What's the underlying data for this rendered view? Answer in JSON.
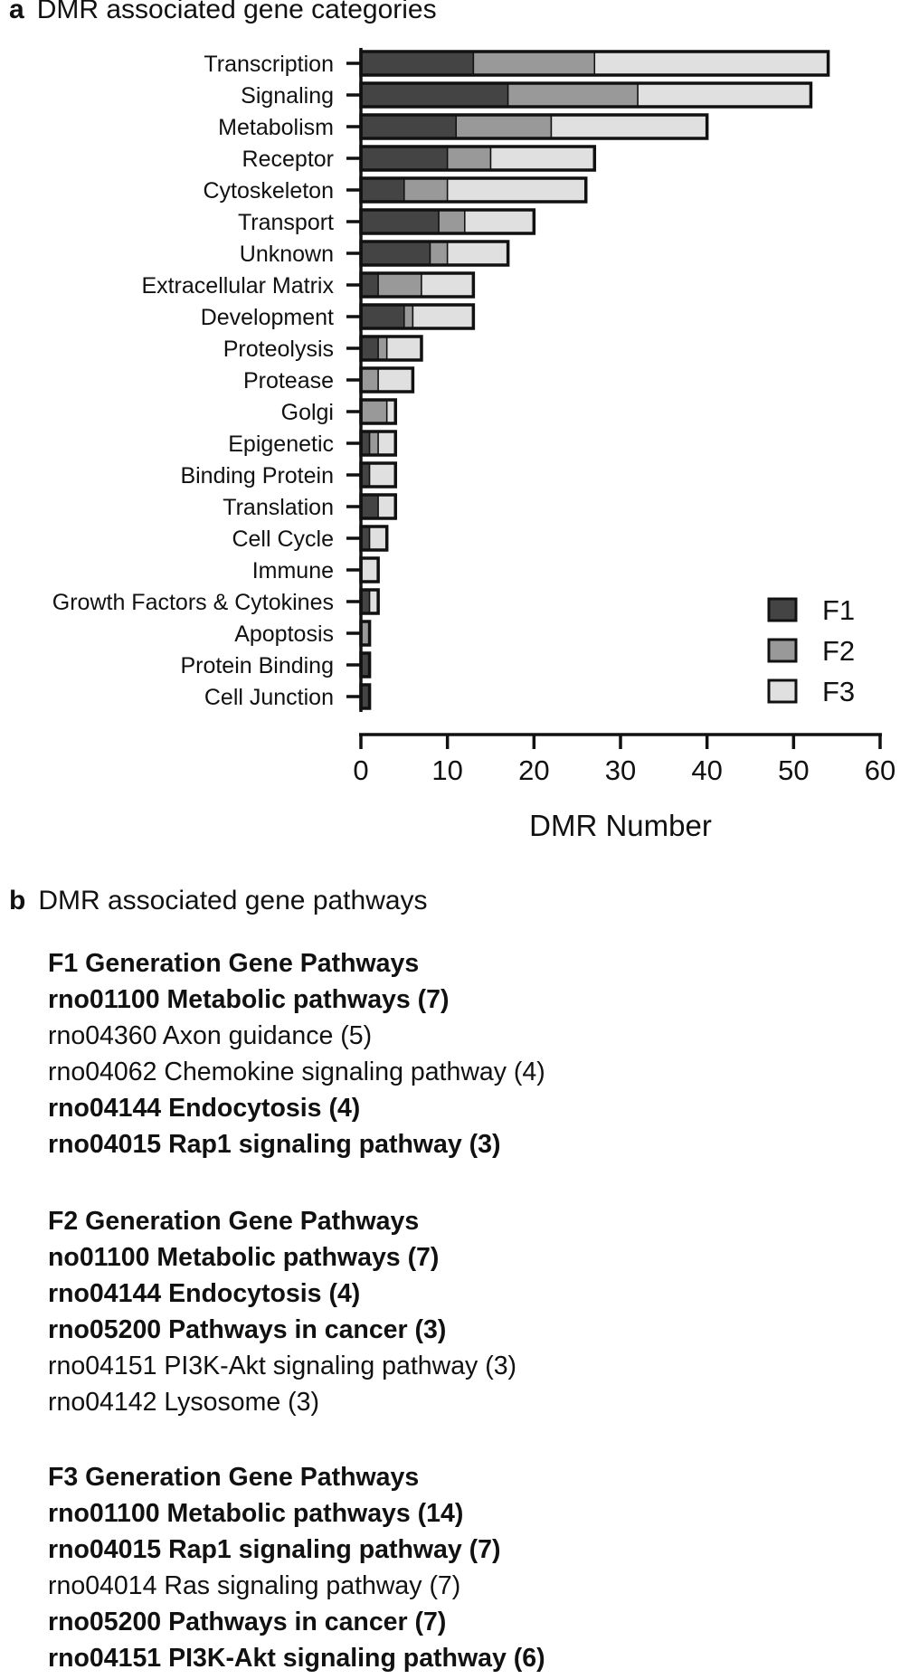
{
  "panel_a": {
    "letter": "a",
    "heading": "DMR associated gene categories"
  },
  "chart_data": {
    "type": "bar",
    "orientation": "horizontal",
    "stacked": true,
    "title": "DMR associated gene categories",
    "xlabel": "DMR Number",
    "ylabel": "",
    "xlim": [
      0,
      60
    ],
    "xticks": [
      0,
      10,
      20,
      30,
      40,
      50,
      60
    ],
    "grid": false,
    "legend_position": "bottom-right",
    "colors": {
      "F1": "#444444",
      "F2": "#999999",
      "F3": "#e0e0e0",
      "outline": "#111111"
    },
    "categories": [
      "Transcription",
      "Signaling",
      "Metabolism",
      "Receptor",
      "Cytoskeleton",
      "Transport",
      "Unknown",
      "Extracellular Matrix",
      "Development",
      "Proteolysis",
      "Protease",
      "Golgi",
      "Epigenetic",
      "Binding Protein",
      "Translation",
      "Cell Cycle",
      "Immune",
      "Growth Factors & Cytokines",
      "Apoptosis",
      "Protein Binding",
      "Cell Junction"
    ],
    "series": [
      {
        "name": "F1",
        "values": [
          13,
          17,
          11,
          10,
          5,
          9,
          8,
          2,
          5,
          2,
          0,
          0,
          1,
          1,
          2,
          1,
          0,
          1,
          0,
          1,
          1
        ]
      },
      {
        "name": "F2",
        "values": [
          14,
          15,
          11,
          5,
          5,
          3,
          2,
          5,
          1,
          1,
          2,
          3,
          1,
          0,
          0,
          0,
          0,
          0,
          1,
          0,
          0
        ]
      },
      {
        "name": "F3",
        "values": [
          27,
          20,
          18,
          12,
          16,
          8,
          7,
          6,
          7,
          4,
          4,
          1,
          2,
          3,
          2,
          2,
          2,
          1,
          0,
          0,
          0
        ]
      }
    ]
  },
  "panel_b": {
    "letter": "b",
    "heading": "DMR associated gene pathways",
    "sections": [
      {
        "title": "F1 Generation Gene Pathways",
        "items": [
          {
            "text": "rno01100 Metabolic pathways (7)",
            "bold": true
          },
          {
            "text": "rno04360 Axon guidance (5)",
            "bold": false
          },
          {
            "text": "rno04062 Chemokine signaling pathway (4)",
            "bold": false
          },
          {
            "text": "rno04144 Endocytosis (4)",
            "bold": true
          },
          {
            "text": "rno04015 Rap1 signaling pathway (3)",
            "bold": true
          }
        ]
      },
      {
        "title": "F2 Generation Gene Pathways",
        "items": [
          {
            "text": "no01100 Metabolic pathways (7)",
            "bold": true
          },
          {
            "text": "rno04144 Endocytosis (4)",
            "bold": true
          },
          {
            "text": "rno05200 Pathways in cancer (3)",
            "bold": true
          },
          {
            "text": "rno04151 PI3K-Akt signaling pathway (3)",
            "bold": false
          },
          {
            "text": "rno04142 Lysosome (3)",
            "bold": false
          }
        ]
      },
      {
        "title": "F3 Generation Gene Pathways",
        "items": [
          {
            "text": "rno01100 Metabolic pathways (14)",
            "bold": true
          },
          {
            "text": "rno04015 Rap1 signaling pathway (7)",
            "bold": true
          },
          {
            "text": "rno04014 Ras signaling pathway (7)",
            "bold": false
          },
          {
            "text": "rno05200 Pathways in cancer (7)",
            "bold": true
          },
          {
            "text": "rno04151 PI3K-Akt signaling pathway (6)",
            "bold": true
          }
        ]
      }
    ]
  }
}
